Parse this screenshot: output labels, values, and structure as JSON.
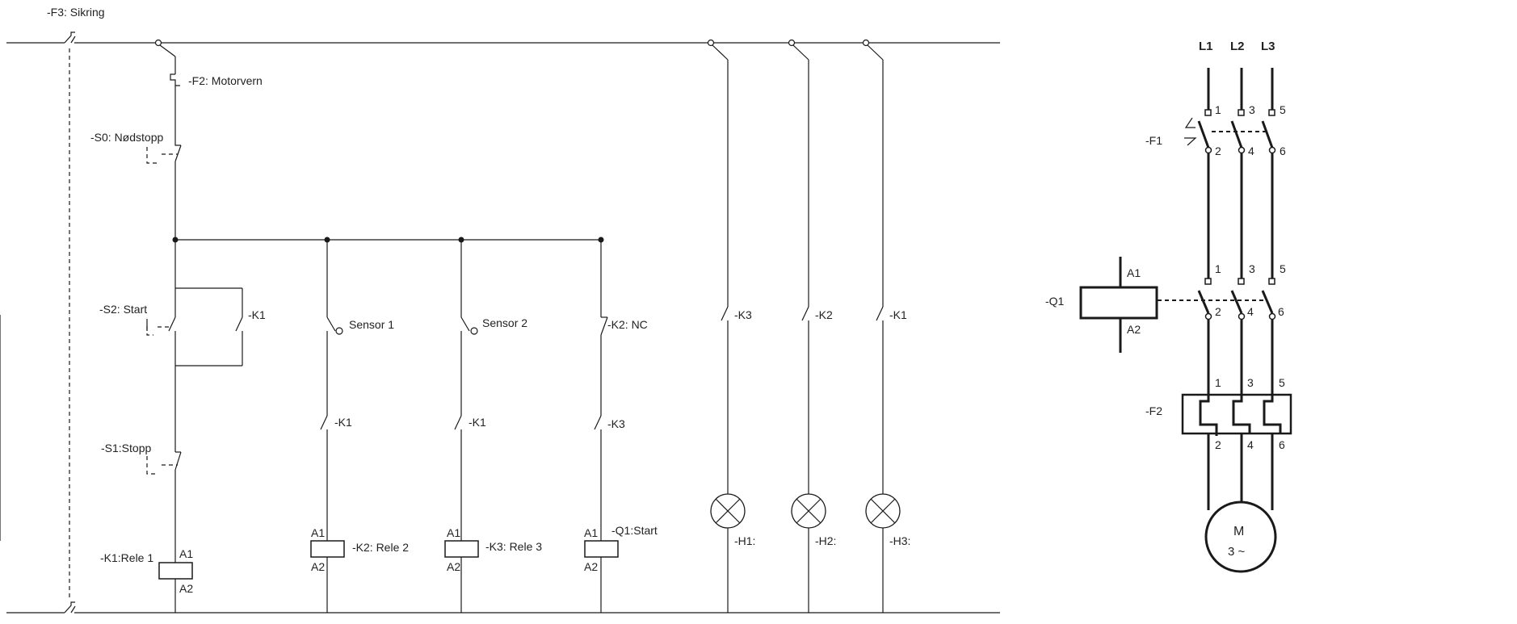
{
  "control_circuit": {
    "fuse": "-F3: Sikring",
    "motor_protection": "-F2: Motorvern",
    "emergency_stop": "-S0: Nødstopp",
    "start_button": "-S2: Start",
    "start_hold_contact": "-K1",
    "stop_button": "-S1:Stopp",
    "relay1_coil": "-K1:Rele 1",
    "sensor1": "Sensor  1",
    "sensor1_contact": "-K1",
    "relay2_coil": "-K2: Rele 2",
    "sensor2": "Sensor  2",
    "sensor2_contact": "-K1",
    "relay3_coil": "-K3: Rele 3",
    "nc_contact": "-K2: NC",
    "q1_contact": "-K3",
    "contactor_coil": "-Q1:Start",
    "coil_terminal_a1": "A1",
    "coil_terminal_a2": "A2",
    "lamp1_contact": "-K3",
    "lamp2_contact": "-K2",
    "lamp3_contact": "-K1",
    "lamp1": "-H1:",
    "lamp2": "-H2:",
    "lamp3": "-H3:"
  },
  "power_circuit": {
    "phases": [
      "L1",
      "L2",
      "L3"
    ],
    "breaker": "-F1",
    "breaker_in_terminals": [
      "1",
      "3",
      "5"
    ],
    "breaker_out_terminals": [
      "2",
      "4",
      "6"
    ],
    "contactor": "-Q1",
    "contactor_coil_a1": "A1",
    "contactor_coil_a2": "A2",
    "contactor_in_terminals": [
      "1",
      "3",
      "5"
    ],
    "contactor_out_terminals": [
      "2",
      "4",
      "6"
    ],
    "overload_relay": "-F2",
    "overload_in_terminals": [
      "1",
      "3",
      "5"
    ],
    "overload_out_terminals": [
      "2",
      "4",
      "6"
    ],
    "motor_symbol": "M",
    "motor_type": "3 ~"
  }
}
